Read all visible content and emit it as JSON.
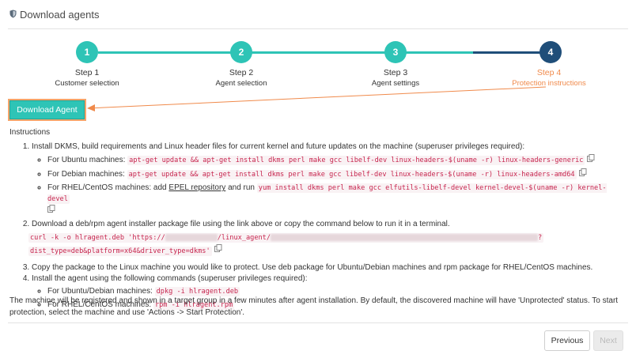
{
  "header": {
    "title": "Download agents",
    "icon": "shield-icon"
  },
  "colors": {
    "teal": "#2ec4b6",
    "navy": "#1f4e79",
    "orange": "#f08a4b"
  },
  "steps": [
    {
      "number": "1",
      "title": "Step 1",
      "subtitle": "Customer selection"
    },
    {
      "number": "2",
      "title": "Step 2",
      "subtitle": "Agent selection"
    },
    {
      "number": "3",
      "title": "Step 3",
      "subtitle": "Agent settings"
    },
    {
      "number": "4",
      "title": "Step 4",
      "subtitle": "Protection instructions"
    }
  ],
  "download_button": "Download Agent",
  "instructions": {
    "heading": "Instructions",
    "item1": {
      "text": "Install DKMS, build requirements and Linux header files for current kernel and future updates on the machine (superuser privileges required):",
      "ubuntu_label": "For Ubuntu machines: ",
      "ubuntu_cmd": "apt-get update && apt-get install dkms perl make gcc libelf-dev linux-headers-$(uname -r) linux-headers-generic",
      "debian_label": "For Debian machines: ",
      "debian_cmd": "apt-get update && apt-get install dkms perl make gcc libelf-dev linux-headers-$(uname -r) linux-headers-amd64",
      "rhel_label": "For RHEL/CentOS machines: add ",
      "epel_link": "EPEL repository",
      "rhel_and": " and run ",
      "rhel_cmd": "yum install dkms perl make gcc elfutils-libelf-devel kernel-devel-$(uname -r) kernel-devel"
    },
    "item2": {
      "text": "Download a deb/rpm agent installer package file using the link above or copy the command below to run it in a terminal.",
      "cmd_start": "curl -k -o hlragent.deb 'https://",
      "cmd_mid": "/linux_agent/",
      "cmd_end": "?",
      "cmd_line2": "dist_type=deb&platform=x64&driver_type=dkms'"
    },
    "item3": "Copy the package to the Linux machine you would like to protect. Use deb package for Ubuntu/Debian machines and rpm package for RHEL/CentOS machines.",
    "item4": {
      "text": "Install the agent using the following commands (superuser privileges required):",
      "ubuntu_label": "For Ubuntu/Debian machines: ",
      "ubuntu_cmd": "dpkg -i hlragent.deb",
      "rhel_label": "For RHEL/CentOS machines: ",
      "rhel_cmd": "rpm -i hlragent.rpm"
    },
    "footer": "The machine will be registered and shown in a target group in a few minutes after agent installation. By default, the discovered machine will have 'Unprotected' status. To start protection, select the machine and use 'Actions -> Start Protection'."
  },
  "nav": {
    "previous": "Previous",
    "next": "Next"
  }
}
